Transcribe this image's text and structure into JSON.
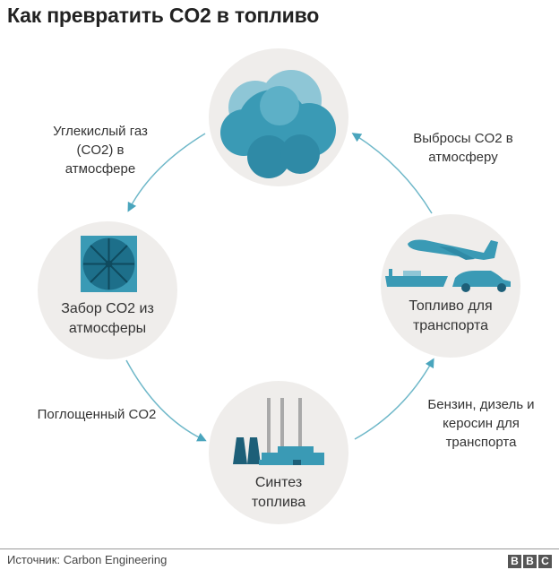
{
  "title": "Как превратить CO2 в топливо",
  "nodes": {
    "capture": "Забор CO2 из атмосферы",
    "synthesis": "Синтез топлива",
    "transport": "Топливо для транспорта"
  },
  "arrows": {
    "atmosphere": "Углекислый газ (CO2) в атмосфере",
    "absorbed": "Поглощенный CO2",
    "fuels": "Бензин, дизель и керосин для транспорта",
    "emissions": "Выбросы CO2 в атмосферу"
  },
  "footer": {
    "source": "Источник: Carbon Engineering",
    "logo": [
      "B",
      "B",
      "C"
    ]
  },
  "colors": {
    "accent": "#3a9ab5",
    "dark": "#1d5f78",
    "circle": "#efedeb",
    "arrow": "#6fb8c9"
  }
}
